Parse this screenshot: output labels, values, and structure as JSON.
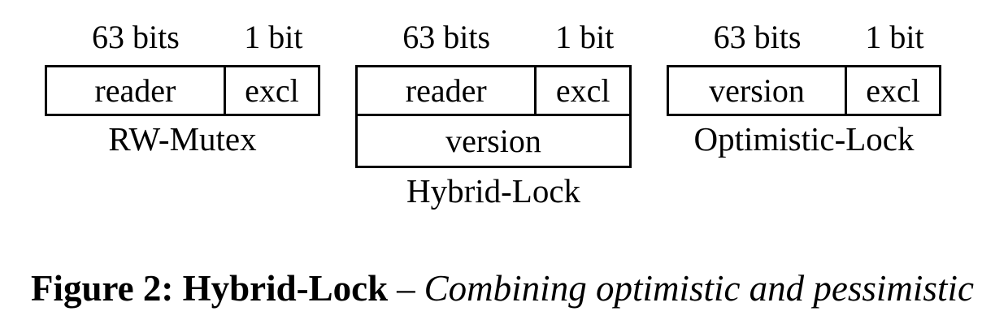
{
  "diagrams": [
    {
      "bits": [
        "63 bits",
        "1 bit"
      ],
      "cells": [
        "reader",
        "excl"
      ],
      "name": "RW-Mutex"
    },
    {
      "bits": [
        "63 bits",
        "1 bit"
      ],
      "cells": [
        "reader",
        "excl"
      ],
      "version_row": "version",
      "name": "Hybrid-Lock"
    },
    {
      "bits": [
        "63 bits",
        "1 bit"
      ],
      "cells": [
        "version",
        "excl"
      ],
      "name": "Optimistic-Lock"
    }
  ],
  "caption": {
    "label": "Figure 2: Hybrid-Lock",
    "dash": "–",
    "description": "Combining optimistic and pessimistic"
  },
  "colors": {
    "text": "#000000",
    "border": "#000000",
    "background": "#ffffff"
  }
}
